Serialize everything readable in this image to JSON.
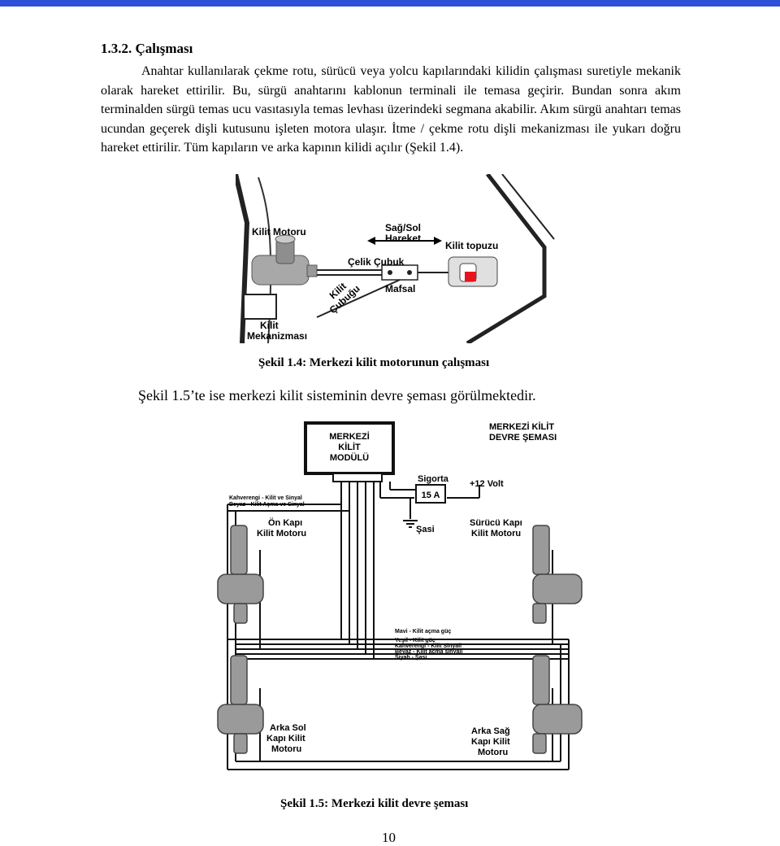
{
  "section": {
    "heading": "1.3.2. Çalışması"
  },
  "paragraph": "Anahtar kullanılarak çekme rotu, sürücü veya yolcu kapılarındaki kilidin çalışması suretiyle mekanik olarak hareket ettirilir. Bu, sürgü anahtarını kablonun terminali ile temasa geçirir. Bundan sonra akım terminalden sürgü temas ucu vasıtasıyla temas levhası üzerindeki segmana akabilir. Akım sürgü anahtarı temas ucundan geçerek dişli kutusunu işleten motora ulaşır. İtme / çekme rotu dişli mekanizması ile yukarı doğru hareket ettirilir. Tüm kapıların ve  arka kapının kilidi açılır (Şekil 1.4).",
  "figure1": {
    "labels": {
      "motor": "Kilit Motoru",
      "move1": "Sağ/Sol",
      "move2": "Hareket",
      "knob": "Kilit topuzu",
      "rod": "Çelik Çubuk",
      "joint": "Mafsal",
      "lockrod1": "Kilit",
      "lockrod2": "Çubuğu",
      "mech1": "Kilit",
      "mech2": "Mekanizması"
    },
    "caption": "Şekil 1.4: Merkezi kilit motorunun çalışması"
  },
  "sentence": "Şekil 1.5’te ise merkezi kilit sisteminin devre şeması görülmektedir.",
  "figure2": {
    "labels": {
      "module1": "MERKEZİ",
      "module2": "KİLİT",
      "module3": "MODÜLÜ",
      "title1": "MERKEZİ KİLİT",
      "title2": "DEVRE ŞEMASI",
      "fuse": "Sigorta",
      "fuse_value": "15 A",
      "volt": "+12 Volt",
      "ground": "Şasi",
      "wire_top1": "Kahverengi - Kilit ve Sinyal",
      "wire_top2": "Beyaz - Kilit Açma ve Sinyal",
      "front_left1": "Ön Kapı",
      "front_left2": "Kilit Motoru",
      "driver1": "Sürücü Kapı",
      "driver2": "Kilit Motoru",
      "rear_left1": "Arka Sol",
      "rear_left2": "Kapı Kilit",
      "rear_left3": "Motoru",
      "rear_right1": "Arka Sağ",
      "rear_right2": "Kapı Kilit",
      "rear_right3": "Motoru",
      "w1": "Mavi - Kilit açma güç",
      "w2": "Yeşil - Kilit güç",
      "w3": "Kahverengi - Kilit Sinyali",
      "w4": "Beyaz - Kilit açma sinyali",
      "w5": "Siyah - Şasi"
    },
    "caption": "Şekil 1.5: Merkezi kilit devre şeması"
  },
  "page_number": "10",
  "colors": {
    "topbar": "#2f4fd6",
    "lamp": "#e8141c",
    "frame": "#111111"
  }
}
